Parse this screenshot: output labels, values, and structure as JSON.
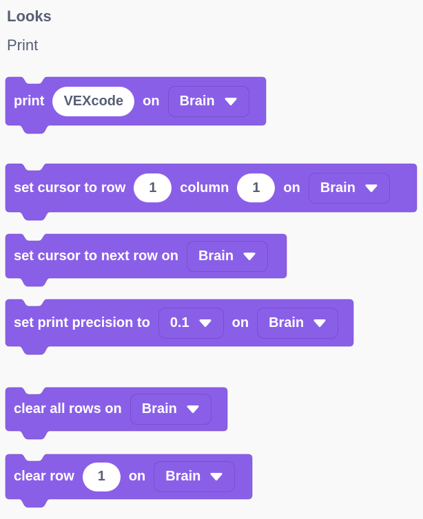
{
  "colors": {
    "background": "#F9F9F9",
    "header_text": "#575E75",
    "block_fill": "#8A5FE8",
    "block_border": "#6B40BC",
    "dropdown_border": "#7A4ED0",
    "field_background": "#FFFFFF",
    "field_text": "#575E75",
    "block_text": "#FFFFFF"
  },
  "icons": {
    "dropdown_caret": "▼"
  },
  "header": {
    "category": "Looks",
    "section": "Print"
  },
  "blocks": {
    "print": {
      "label_print": "print",
      "text_value": "VEXcode",
      "label_on": "on",
      "device": "Brain"
    },
    "set_cursor": {
      "label_main": "set cursor to row",
      "row_value": "1",
      "label_column": "column",
      "column_value": "1",
      "label_on": "on",
      "device": "Brain"
    },
    "next_row": {
      "label_main": "set cursor to next row on",
      "device": "Brain"
    },
    "precision": {
      "label_main": "set print precision to",
      "precision_value": "0.1",
      "label_on": "on",
      "device": "Brain"
    },
    "clear_all": {
      "label_main": "clear all rows on",
      "device": "Brain"
    },
    "clear_row": {
      "label_main": "clear row",
      "row_value": "1",
      "label_on": "on",
      "device": "Brain"
    }
  }
}
